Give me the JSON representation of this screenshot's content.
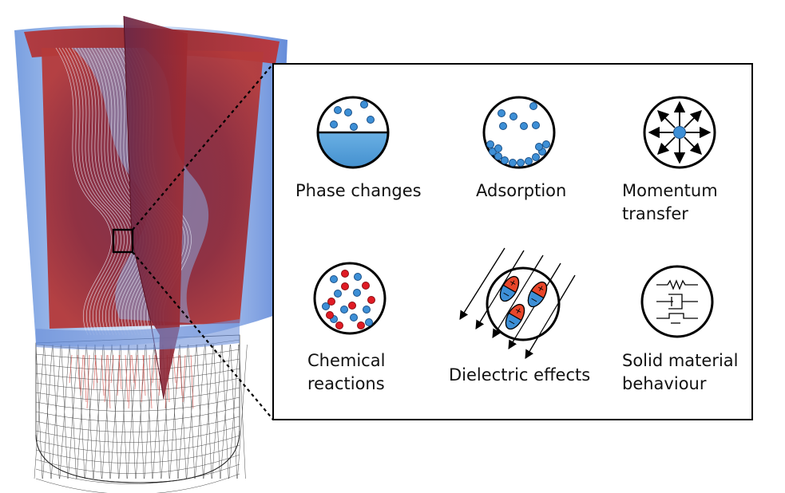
{
  "panel": {
    "phase_changes": {
      "lines": [
        "Phase changes"
      ],
      "icon": "phase-change-icon"
    },
    "adsorption": {
      "lines": [
        "Adsorption"
      ],
      "icon": "adsorption-icon"
    },
    "momentum_transfer": {
      "lines": [
        "Momentum",
        "transfer"
      ],
      "icon": "momentum-transfer-icon"
    },
    "chemical_reactions": {
      "lines": [
        "Chemical",
        "reactions"
      ],
      "icon": "chemical-reactions-icon"
    },
    "dielectric_effects": {
      "lines": [
        "Dielectric effects"
      ],
      "icon": "dielectric-effects-icon"
    },
    "solid_material_behaviour": {
      "lines": [
        "Solid material",
        "behaviour"
      ],
      "icon": "solid-material-behaviour-icon"
    }
  },
  "colors": {
    "particle_blue": "#3d8fd6",
    "particle_red": "#e01b24",
    "liquid_blue": "#4f9fd8",
    "dipole_red": "#e8462a",
    "slice_red": "#9c1f28",
    "frame": "#000000"
  }
}
